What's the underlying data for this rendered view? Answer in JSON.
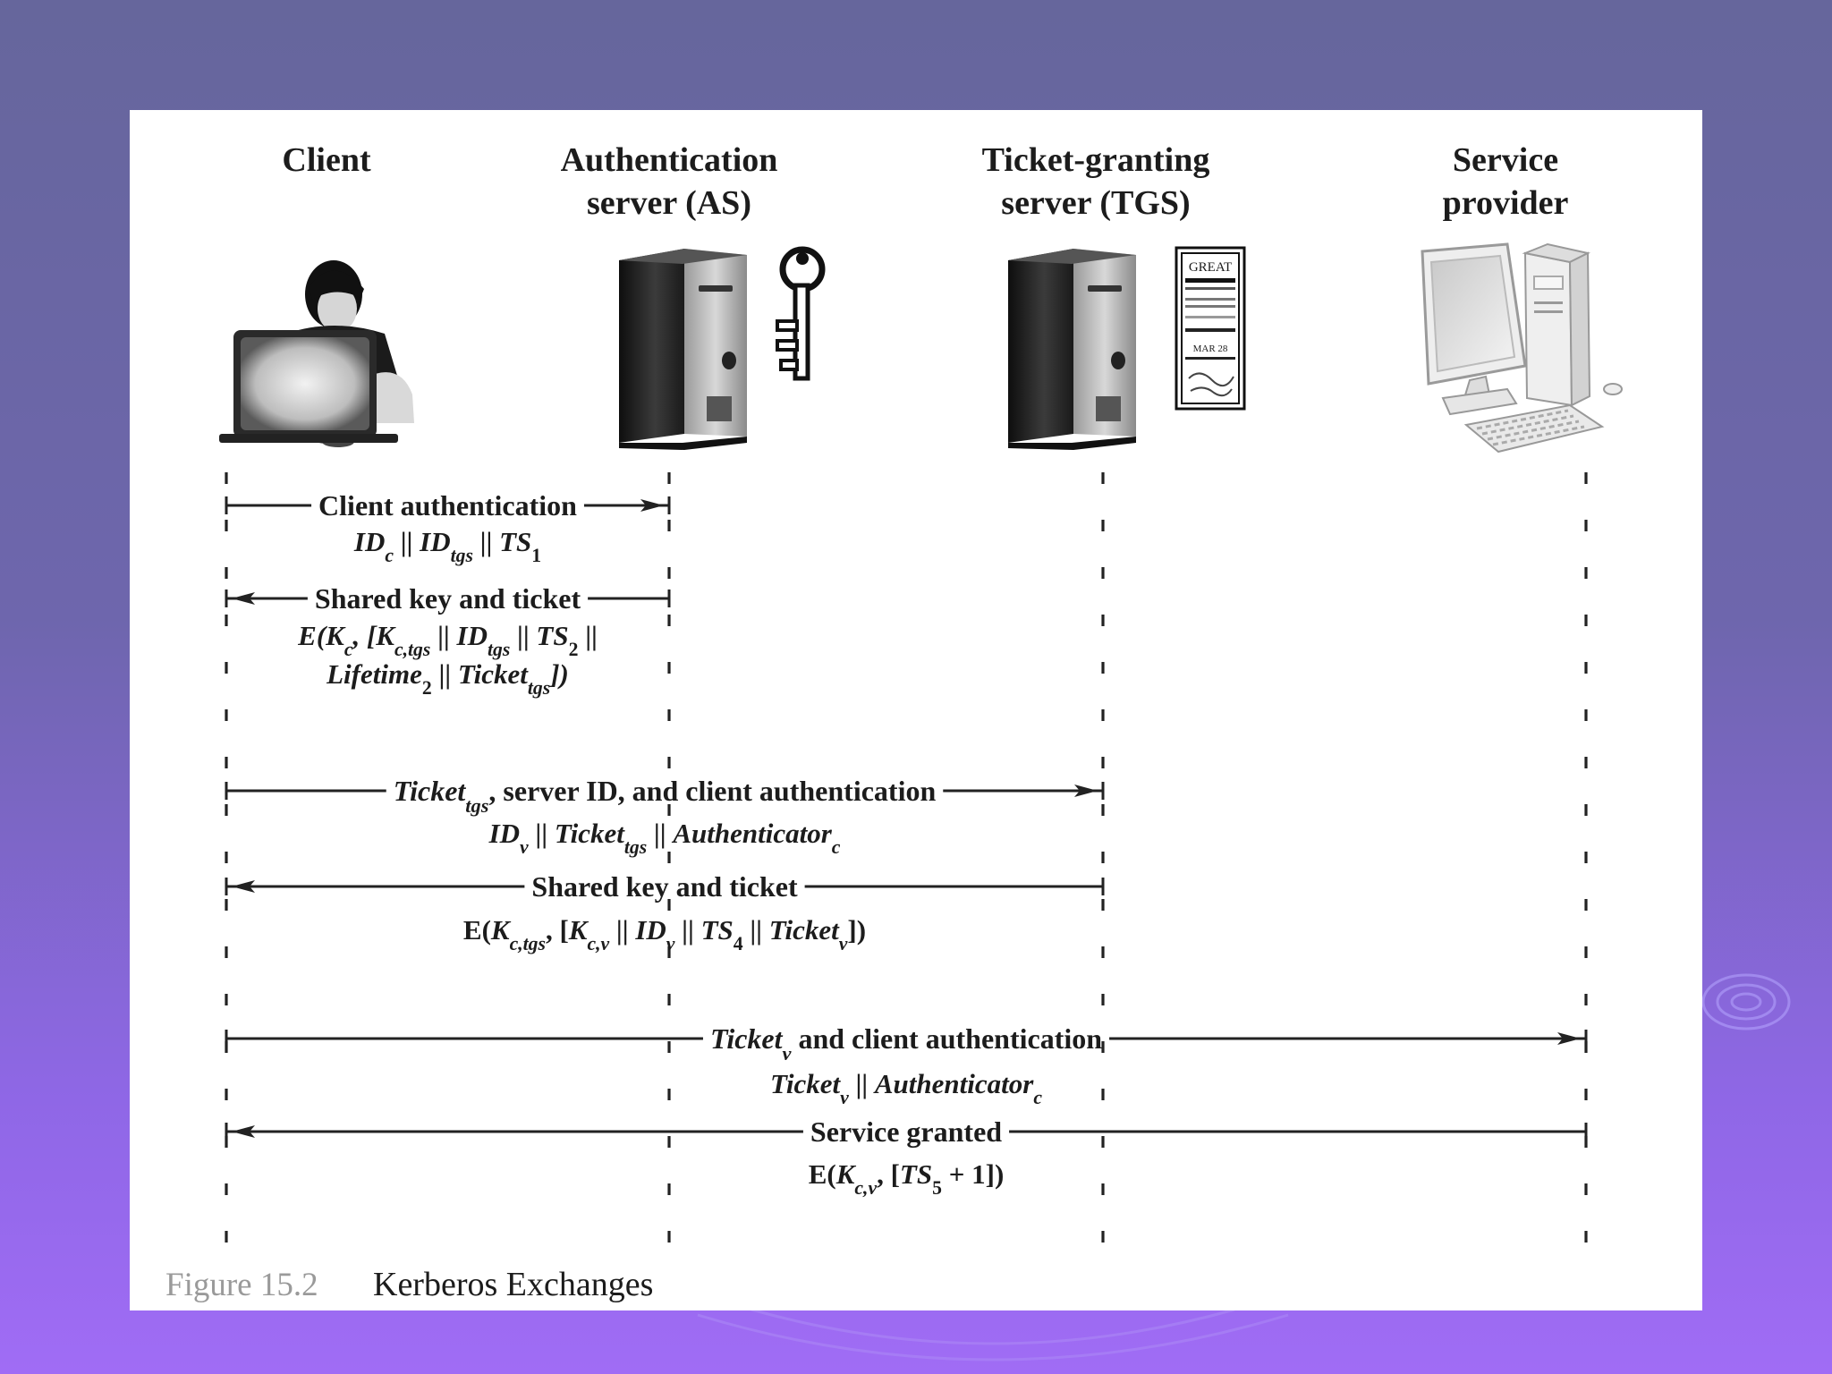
{
  "diagram": {
    "participants": [
      {
        "id": "client",
        "name_lines": [
          "Client"
        ]
      },
      {
        "id": "as",
        "name_lines": [
          "Authentication",
          "server (AS)"
        ]
      },
      {
        "id": "tgs",
        "name_lines": [
          "Ticket-granting",
          "server (TGS)"
        ]
      },
      {
        "id": "sp",
        "name_lines": [
          "Service",
          "provider"
        ]
      }
    ],
    "messages": [
      {
        "from": "client",
        "to": "as",
        "label": "Client authentication",
        "lines": [
          [
            {
              "t": "ID",
              "i": true
            },
            {
              "t": "c",
              "sub": true,
              "i": true
            },
            {
              "t": " || "
            },
            {
              "t": "ID",
              "i": true
            },
            {
              "t": "tgs",
              "sub": true,
              "i": true
            },
            {
              "t": " || "
            },
            {
              "t": "TS",
              "i": true
            },
            {
              "t": "1",
              "sub": true
            }
          ]
        ]
      },
      {
        "from": "as",
        "to": "client",
        "label": "Shared key and ticket",
        "lines": [
          [
            {
              "t": "E(",
              "i": true
            },
            {
              "t": "K",
              "i": true
            },
            {
              "t": "c",
              "sub": true,
              "i": true
            },
            {
              "t": ", [",
              "i": true
            },
            {
              "t": "K",
              "i": true
            },
            {
              "t": "c,tgs",
              "sub": true,
              "i": true
            },
            {
              "t": " || "
            },
            {
              "t": "ID",
              "i": true
            },
            {
              "t": "tgs",
              "sub": true,
              "i": true
            },
            {
              "t": " || "
            },
            {
              "t": "TS",
              "i": true
            },
            {
              "t": "2",
              "sub": true
            },
            {
              "t": " ||"
            }
          ],
          [
            {
              "t": "Lifetime",
              "i": true
            },
            {
              "t": "2",
              "sub": true
            },
            {
              "t": " || "
            },
            {
              "t": "Ticket",
              "i": true
            },
            {
              "t": "tgs",
              "sub": true,
              "i": true
            },
            {
              "t": "])",
              "i": true
            }
          ]
        ]
      },
      {
        "from": "client",
        "to": "tgs",
        "label_parts": [
          {
            "t": "Ticket",
            "i": true
          },
          {
            "t": "tgs",
            "sub": true,
            "i": true
          },
          {
            "t": ", server ID, and client authentication"
          }
        ],
        "lines": [
          [
            {
              "t": "ID",
              "i": true
            },
            {
              "t": "v",
              "sub": true,
              "i": true
            },
            {
              "t": " || "
            },
            {
              "t": "Ticket",
              "i": true
            },
            {
              "t": "tgs",
              "sub": true,
              "i": true
            },
            {
              "t": " || "
            },
            {
              "t": "Authenticator",
              "i": true
            },
            {
              "t": "c",
              "sub": true,
              "i": true
            }
          ]
        ]
      },
      {
        "from": "tgs",
        "to": "client",
        "label": "Shared key and ticket",
        "lines": [
          [
            {
              "t": "E("
            },
            {
              "t": "K",
              "i": true
            },
            {
              "t": "c,tgs",
              "sub": true,
              "i": true
            },
            {
              "t": ", ["
            },
            {
              "t": "K",
              "i": true
            },
            {
              "t": "c,v",
              "sub": true,
              "i": true
            },
            {
              "t": " || "
            },
            {
              "t": "ID",
              "i": true
            },
            {
              "t": "v",
              "sub": true,
              "i": true
            },
            {
              "t": " || "
            },
            {
              "t": "TS",
              "i": true
            },
            {
              "t": "4",
              "sub": true
            },
            {
              "t": " || "
            },
            {
              "t": "Ticket",
              "i": true
            },
            {
              "t": "v",
              "sub": true,
              "i": true
            },
            {
              "t": "])"
            }
          ]
        ]
      },
      {
        "from": "client",
        "to": "sp",
        "label_parts": [
          {
            "t": "Ticket",
            "i": true
          },
          {
            "t": "v",
            "sub": true,
            "i": true
          },
          {
            "t": " and client authentication"
          }
        ],
        "lines": [
          [
            {
              "t": "Ticket",
              "i": true
            },
            {
              "t": "v",
              "sub": true,
              "i": true
            },
            {
              "t": " || "
            },
            {
              "t": "Authenticator",
              "i": true
            },
            {
              "t": "c",
              "sub": true,
              "i": true
            }
          ]
        ]
      },
      {
        "from": "sp",
        "to": "client",
        "label": "Service granted",
        "lines": [
          [
            {
              "t": "E("
            },
            {
              "t": "K",
              "i": true
            },
            {
              "t": "c,v",
              "sub": true,
              "i": true
            },
            {
              "t": ", ["
            },
            {
              "t": "TS",
              "i": true
            },
            {
              "t": "5",
              "sub": true
            },
            {
              "t": " + 1])"
            }
          ]
        ]
      }
    ],
    "ticket_card_text": [
      "GREAT",
      "MAR 28"
    ]
  },
  "caption": {
    "number": "Figure 15.2",
    "title": "Kerberos Exchanges"
  },
  "colors": {
    "background_top": "#66669c",
    "background_bottom": "#a06cf5",
    "card": "#ffffff",
    "ink": "#1c1c1c"
  }
}
